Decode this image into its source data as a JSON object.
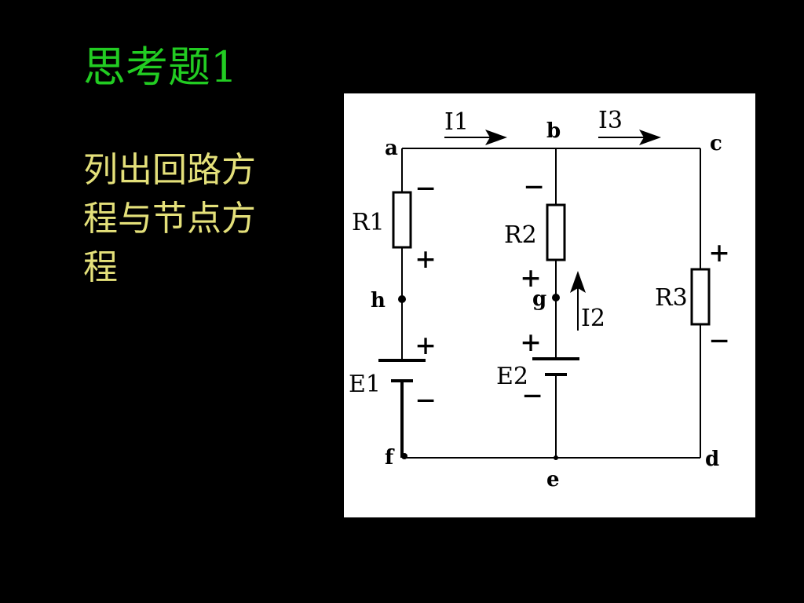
{
  "slide": {
    "title": "思考题1",
    "body_lines": [
      "列出回路方",
      "程与节点方",
      "程"
    ]
  },
  "diagram": {
    "nodes": {
      "a": "a",
      "b": "b",
      "c": "c",
      "d": "d",
      "e": "e",
      "f": "f",
      "g": "g",
      "h": "h"
    },
    "components": {
      "r1": "R1",
      "r2": "R2",
      "r3": "R3",
      "e1": "E1",
      "e2": "E2"
    },
    "currents": {
      "i1": "I1",
      "i2": "I2",
      "i3": "I3"
    },
    "signs": {
      "plus": "+",
      "minus": "−"
    }
  },
  "colors": {
    "background": "#000000",
    "title": "#22cc22",
    "body": "#e4e07a",
    "panel": "#ffffff"
  }
}
